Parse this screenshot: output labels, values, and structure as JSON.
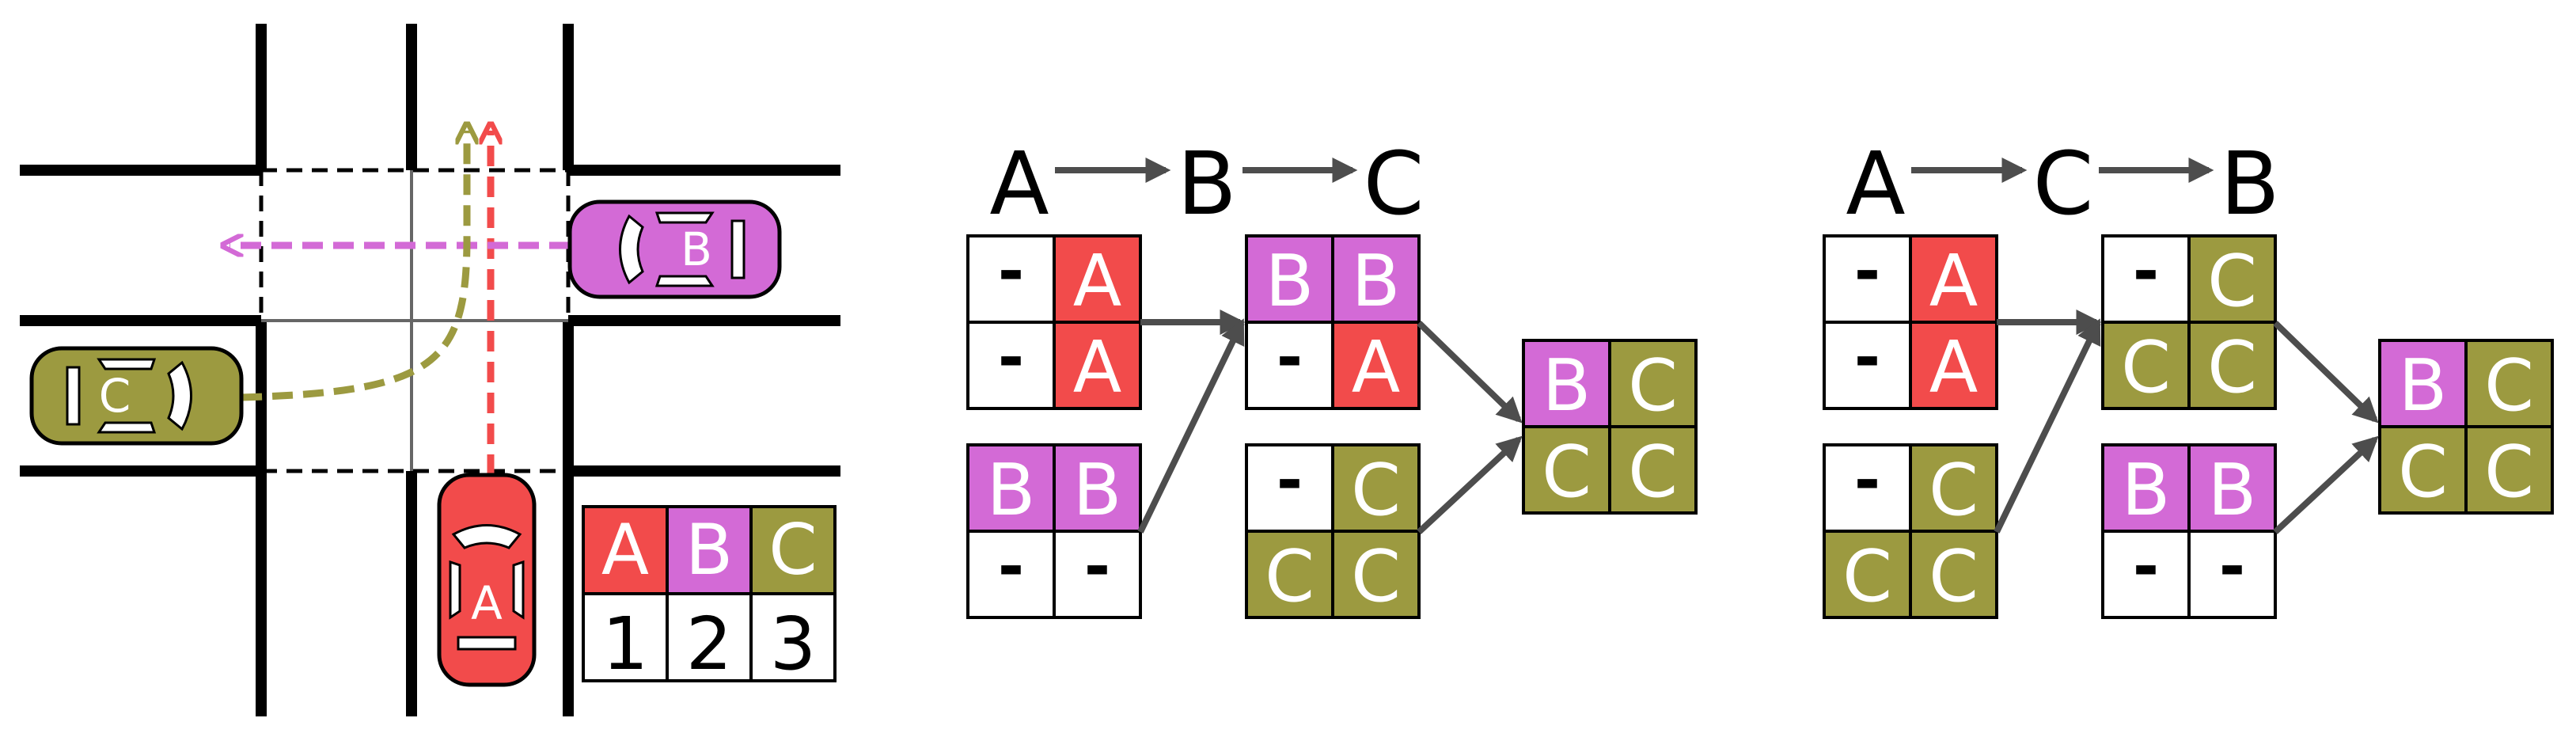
{
  "colors": {
    "car_a": "#f24b4b",
    "car_b": "#d36ad6",
    "car_c": "#9c9a40",
    "empty": "#ffffff",
    "ink": "#000000",
    "arrow": "#4d4d4d",
    "road_grid": "#666666"
  },
  "intersection": {
    "cars": [
      {
        "id": "A",
        "label": "A",
        "color_key": "car_a"
      },
      {
        "id": "B",
        "label": "B",
        "color_key": "car_b"
      },
      {
        "id": "C",
        "label": "C",
        "color_key": "car_c"
      }
    ],
    "legend": {
      "headers": [
        "A",
        "B",
        "C"
      ],
      "values": [
        "1",
        "2",
        "3"
      ]
    }
  },
  "orders": [
    {
      "sequence": [
        "A",
        "B",
        "C"
      ],
      "grids": [
        {
          "id": "o1g1",
          "cells": [
            [
              "-",
              "A"
            ],
            [
              "-",
              "A"
            ]
          ]
        },
        {
          "id": "o1g2",
          "cells": [
            [
              "B",
              "B"
            ],
            [
              "-",
              "-"
            ]
          ]
        },
        {
          "id": "o1g3",
          "cells": [
            [
              "B",
              "B"
            ],
            [
              "-",
              "A"
            ]
          ]
        },
        {
          "id": "o1g4",
          "cells": [
            [
              "-",
              "C"
            ],
            [
              "C",
              "C"
            ]
          ]
        },
        {
          "id": "o1g5",
          "cells": [
            [
              "B",
              "C"
            ],
            [
              "C",
              "C"
            ]
          ]
        }
      ]
    },
    {
      "sequence": [
        "A",
        "C",
        "B"
      ],
      "grids": [
        {
          "id": "o2g1",
          "cells": [
            [
              "-",
              "A"
            ],
            [
              "-",
              "A"
            ]
          ]
        },
        {
          "id": "o2g2",
          "cells": [
            [
              "-",
              "C"
            ],
            [
              "C",
              "C"
            ]
          ]
        },
        {
          "id": "o2g3",
          "cells": [
            [
              "-",
              "C"
            ],
            [
              "C",
              "C"
            ]
          ]
        },
        {
          "id": "o2g4",
          "cells": [
            [
              "B",
              "B"
            ],
            [
              "-",
              "-"
            ]
          ]
        },
        {
          "id": "o2g5",
          "cells": [
            [
              "B",
              "C"
            ],
            [
              "C",
              "C"
            ]
          ]
        }
      ]
    }
  ]
}
